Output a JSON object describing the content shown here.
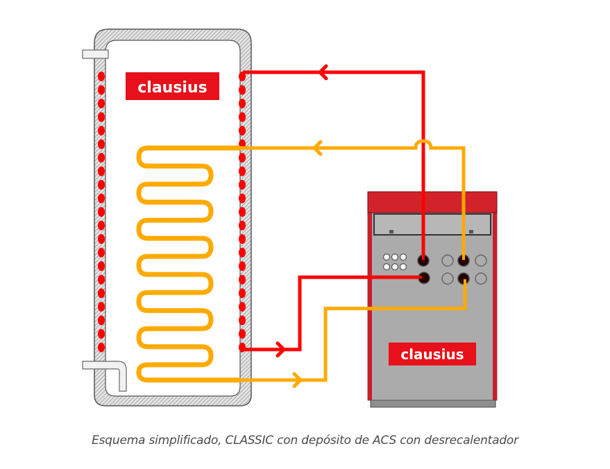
{
  "diagram": {
    "title": "CLASSIC boiler with DHW tank and desuperheater",
    "tank": {
      "brand_label": "clausius",
      "components": [
        "insulated-tank-shell",
        "top-outlet-pipe",
        "bottom-inlet-pipe",
        "desuperheater-jacket-coil",
        "heating-coil-serpentine"
      ]
    },
    "boiler": {
      "model": "CLASSIC",
      "brand_label": "clausius",
      "panel_indicator_lights": 6,
      "connection_ports": 8
    },
    "circuits": [
      {
        "name": "desuperheater-flow",
        "color": "#ff0000",
        "direction": "boiler-to-tank-top"
      },
      {
        "name": "desuperheater-return",
        "color": "#ff0000",
        "direction": "tank-bottom-to-boiler"
      },
      {
        "name": "coil-flow",
        "color": "#ffaa00",
        "direction": "boiler-to-coil-top"
      },
      {
        "name": "coil-return",
        "color": "#ffaa00",
        "direction": "coil-bottom-to-boiler"
      }
    ],
    "colors": {
      "hot_circuit": "#ff0000",
      "coil_circuit": "#ffaa00",
      "brand_red": "#e8101a",
      "boiler_top": "#d2232a",
      "boiler_body": "#ababab",
      "tank_shell": "#bdbdbd"
    }
  },
  "caption": "Esquema simplificado, CLASSIC con depósito de ACS con desrecalentador"
}
